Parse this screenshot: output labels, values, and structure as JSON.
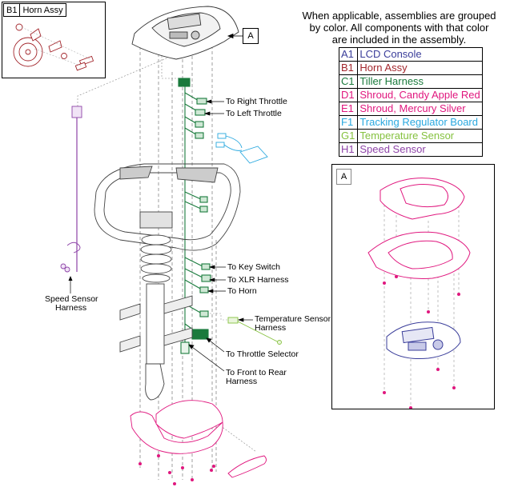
{
  "horn_inset": {
    "code": "B1",
    "label": "Horn Assy"
  },
  "note": {
    "line1": "When applicable, assemblies are grouped",
    "line2": "by color.  All components with that color",
    "line3": "are included in the assembly."
  },
  "legend": [
    {
      "code": "A1",
      "label": "LCD Console",
      "color": "#3a3d9a"
    },
    {
      "code": "B1",
      "label": "Horn Assy",
      "color": "#a3262c"
    },
    {
      "code": "C1",
      "label": "Tiller Harness",
      "color": "#1a7a3c"
    },
    {
      "code": "D1",
      "label": "Shroud, Candy Apple Red",
      "color": "#e0177e"
    },
    {
      "code": "E1",
      "label": "Shroud, Mercury Silver",
      "color": "#e0177e"
    },
    {
      "code": "F1",
      "label": "Tracking Regulator Board",
      "color": "#29a8df"
    },
    {
      "code": "G1",
      "label": "Temperature Sensor",
      "color": "#86c240"
    },
    {
      "code": "H1",
      "label": "Speed Sensor",
      "color": "#8e44a8"
    }
  ],
  "callouts": {
    "right_throttle": "To Right Throttle",
    "left_throttle": "To Left Throttle",
    "key_switch": "To Key Switch",
    "xlr_harness": "To XLR Harness",
    "horn": "To Horn",
    "temp_sensor_1": "Temperature Sensor",
    "temp_sensor_2": "Harness",
    "throttle_selector": "To Throttle Selector",
    "front_rear_1": "To Front to Rear",
    "front_rear_2": "Harness",
    "speed_sensor_1": "Speed Sensor",
    "speed_sensor_2": "Harness"
  },
  "detail_ref": {
    "main_tag": "A",
    "detail_tag": "A"
  },
  "colors": {
    "console": "#3a3d9a",
    "horn": "#a3262c",
    "harness": "#1a7a3c",
    "shroud": "#e0177e",
    "board": "#29a8df",
    "temp": "#86c240",
    "speed": "#8e44a8",
    "line": "#555555"
  }
}
